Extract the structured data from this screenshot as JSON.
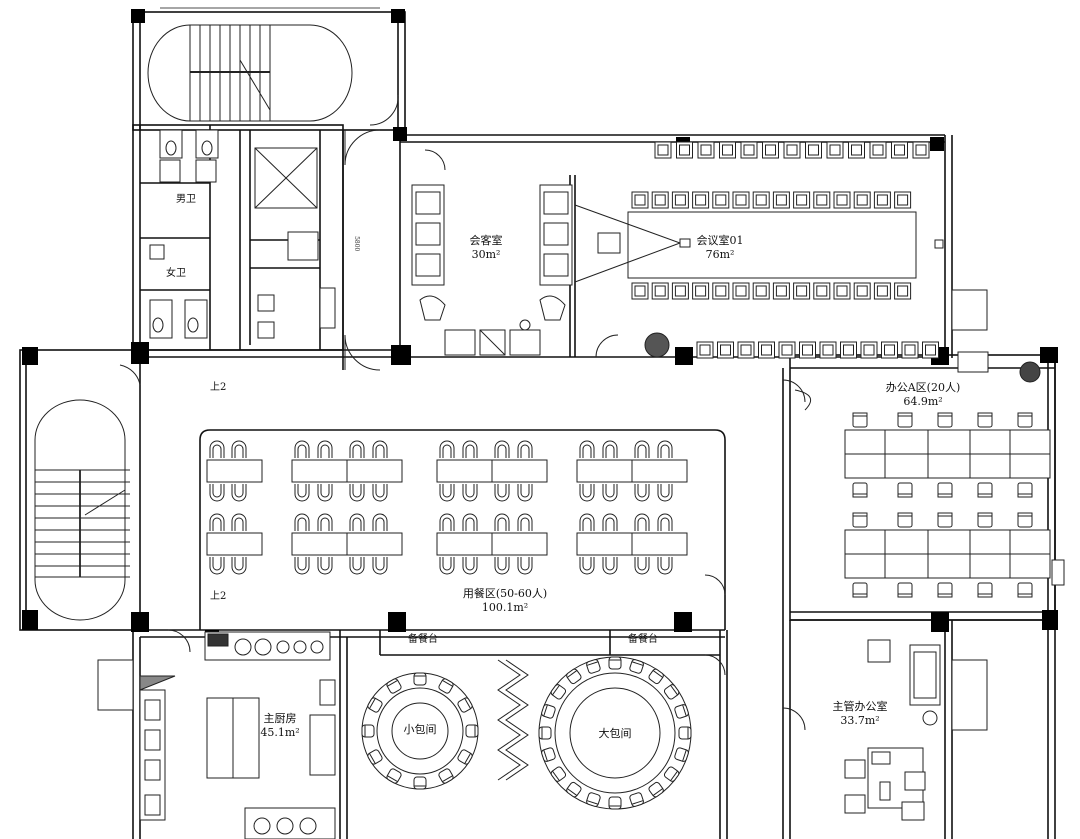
{
  "rooms": {
    "reception": {
      "name": "会客室",
      "area": "30m²"
    },
    "meeting": {
      "name": "会议室01",
      "area": "76m²"
    },
    "office_a": {
      "name": "办公A区(20人)",
      "area": "64.9m²"
    },
    "dining": {
      "name": "用餐区(50-60人)",
      "area": "100.1m²"
    },
    "small_private": {
      "name": "小包间"
    },
    "large_private": {
      "name": "大包间"
    },
    "kitchen": {
      "name": "主厨房",
      "area": "45.1m²"
    },
    "director_office": {
      "name": "主管办公室",
      "area": "33.7m²"
    },
    "mens_wc": {
      "name": "男卫"
    },
    "womens_wc": {
      "name": "女卫"
    },
    "serving_1": {
      "name": "备餐台"
    },
    "serving_2": {
      "name": "备餐台"
    }
  },
  "annotations": {
    "up_top": "上2",
    "up_bottom": "上2",
    "dim_corridor": "5800"
  }
}
